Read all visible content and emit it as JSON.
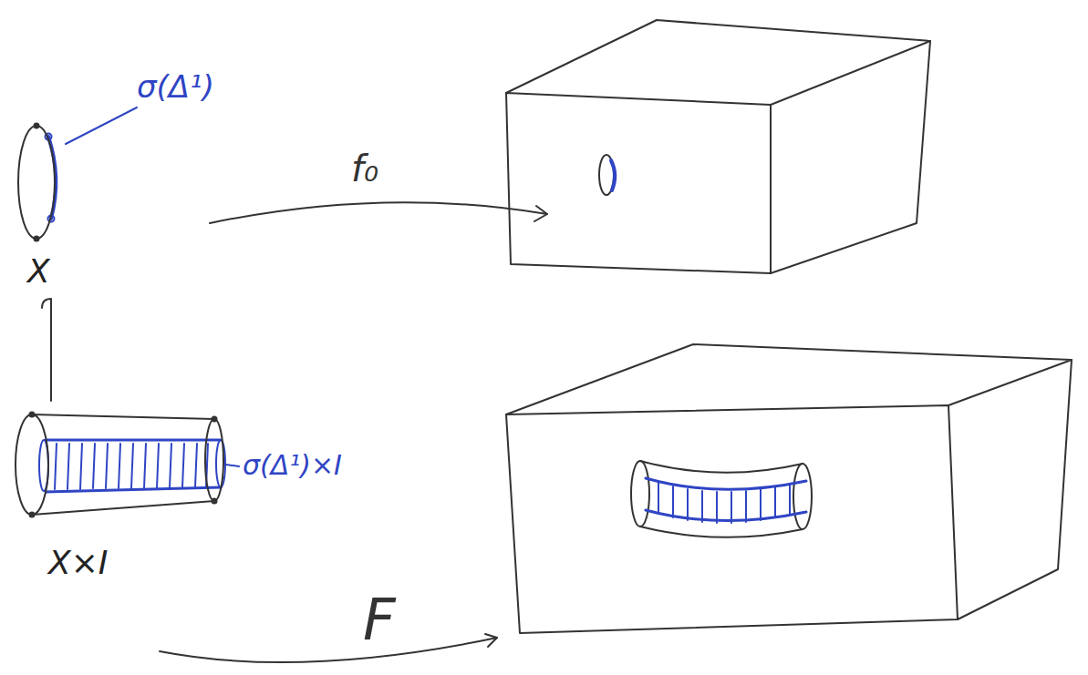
{
  "diagram": {
    "nodes": [
      {
        "text": [
          "X"
        ]
      },
      {
        "text": [
          "X×I"
        ]
      }
    ],
    "edges": [
      {
        "from": 0,
        "to": 1,
        "arrow": "none"
      }
    ],
    "labels": [
      "σ(Δ¹)",
      "f₀",
      "σ(Δ¹)×I",
      "F"
    ]
  }
}
